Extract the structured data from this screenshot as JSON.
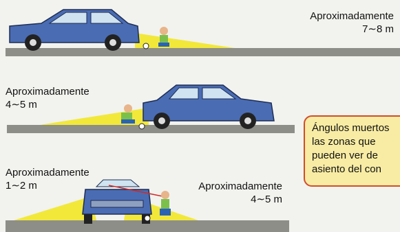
{
  "labels": {
    "top_right_line1": "Aproximadamente",
    "top_right_line2": "7∼8 m",
    "middle_left_line1": "Aproximadamente",
    "middle_left_line2": "4∼5 m",
    "bottom_left_line1": "Aproximadamente",
    "bottom_left_line2": "1∼2 m",
    "bottom_right_line1": "Aproximadamente",
    "bottom_right_line2": "4∼5 m"
  },
  "note": {
    "lines": [
      "Ángulos muertos",
      "las zonas que",
      "pueden ver de",
      "asiento del con"
    ]
  },
  "colors": {
    "car_body": "#4a6cb3",
    "blind_zone": "#f2e83a",
    "ground": "#8d8e88",
    "note_border": "#d44a2a",
    "note_fill": "#f8eca4"
  }
}
